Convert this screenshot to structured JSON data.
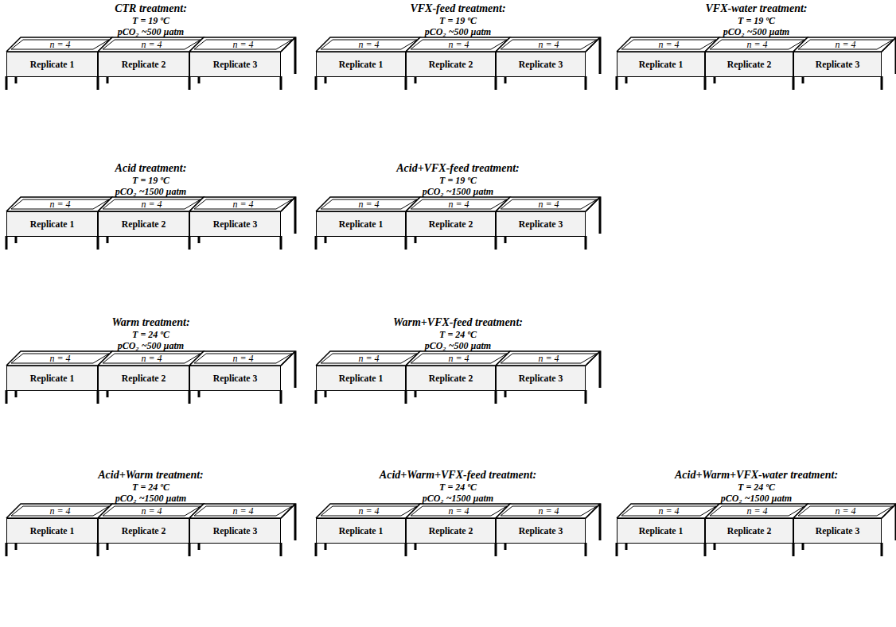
{
  "diagram": {
    "nodes": [
      {
        "text": [
          "n = 4",
          "Replicate 1"
        ]
      },
      {
        "text": [
          "n = 4",
          "Replicate 2"
        ]
      },
      {
        "text": [
          "n = 4",
          "Replicate 3"
        ]
      },
      {
        "text": [
          "n = 4",
          "Replicate 1"
        ]
      },
      {
        "text": [
          "n = 4",
          "Replicate 2"
        ]
      },
      {
        "text": [
          "n = 4",
          "Replicate 3"
        ]
      },
      {
        "text": [
          "n = 4",
          "Replicate 1"
        ]
      },
      {
        "text": [
          "n = 4",
          "Replicate 2"
        ]
      },
      {
        "text": [
          "n = 4",
          "Replicate 3"
        ]
      },
      {
        "text": [
          "n = 4",
          "Replicate 1"
        ]
      },
      {
        "text": [
          "n = 4",
          "Replicate 2"
        ]
      },
      {
        "text": [
          "n = 4",
          "Replicate 3"
        ]
      },
      {
        "text": [
          "n = 4",
          "Replicate 1"
        ]
      },
      {
        "text": [
          "n = 4",
          "Replicate 2"
        ]
      },
      {
        "text": [
          "n = 4",
          "Replicate 3"
        ]
      },
      {
        "text": [
          "n = 4",
          "Replicate 1"
        ]
      },
      {
        "text": [
          "n = 4",
          "Replicate 2"
        ]
      },
      {
        "text": [
          "n = 4",
          "Replicate 3"
        ]
      },
      {
        "text": [
          "n = 4",
          "Replicate 1"
        ]
      },
      {
        "text": [
          "n = 4",
          "Replicate 2"
        ]
      },
      {
        "text": [
          "n = 4",
          "Replicate 3"
        ]
      },
      {
        "text": [
          "n = 4",
          "Replicate 1"
        ]
      },
      {
        "text": [
          "n = 4",
          "Replicate 2"
        ]
      },
      {
        "text": [
          "n = 4",
          "Replicate 3"
        ]
      },
      {
        "text": [
          "n = 4",
          "Replicate 1"
        ]
      },
      {
        "text": [
          "n = 4",
          "Replicate 2"
        ]
      },
      {
        "text": [
          "n = 4",
          "Replicate 3"
        ]
      },
      {
        "text": [
          "n = 4",
          "Replicate 1"
        ]
      },
      {
        "text": [
          "n = 4",
          "Replicate 2"
        ]
      },
      {
        "text": [
          "n = 4",
          "Replicate 3"
        ]
      }
    ],
    "labels": [
      "CTR treatment:",
      "T = 19 ºC",
      "pCO₂ ~500 µatm",
      "VFX-feed treatment:",
      "T = 19 ºC",
      "pCO₂ ~500 µatm",
      "VFX-water treatment:",
      "T = 19 ºC",
      "pCO₂ ~500 µatm",
      "Acid treatment:",
      "T = 19 ºC",
      "pCO₂ ~1500 µatm",
      "Acid+VFX-feed treatment:",
      "T = 19 ºC",
      "pCO₂ ~1500 µatm",
      "Warm treatment:",
      "T = 24 ºC",
      "pCO₂ ~500 µatm",
      "Warm+VFX-feed treatment:",
      "T = 24 ºC",
      "pCO₂ ~500 µatm",
      "Acid+Warm treatment:",
      "T = 24 ºC",
      "pCO₂ ~1500 µatm",
      "Acid+Warm+VFX-feed treatment:",
      "T = 24 ºC",
      "pCO₂ ~1500 µatm",
      "Acid+Warm+VFX-water treatment:",
      "T = 24 ºC",
      "pCO₂ ~1500 µatm"
    ]
  }
}
